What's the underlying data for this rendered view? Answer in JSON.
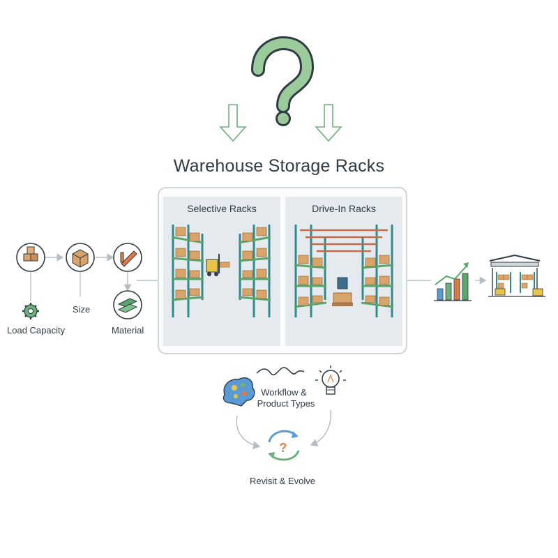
{
  "title": "Warehouse Storage Racks",
  "panels": {
    "left": "Selective Racks",
    "right": "Drive-In Racks"
  },
  "factors": {
    "load_capacity": "Load Capacity",
    "size": "Size",
    "material": "Material"
  },
  "bottom": {
    "workflow_line1": "Workflow &",
    "workflow_line2": "Product Types",
    "revisit": "Revisit & Evolve"
  },
  "colors": {
    "rack_teal": "#2f8a8a",
    "rack_green": "#5aa66a",
    "box_tan": "#d9a46a",
    "question_green": "#9bcb9a",
    "arrow_gray": "#b7bec3",
    "accent_orange": "#e07b43",
    "accent_blue": "#5b9bd5"
  }
}
